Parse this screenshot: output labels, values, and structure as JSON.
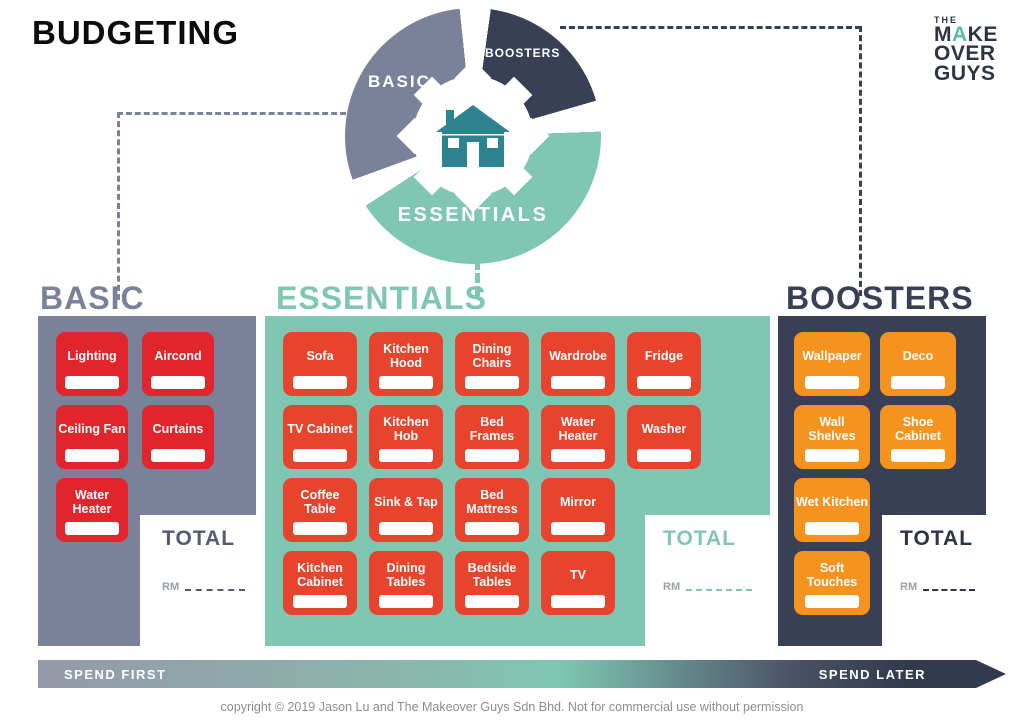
{
  "title": "BUDGETING",
  "logo": {
    "the": "THE",
    "make": {
      "m": "M",
      "a": "A",
      "ke": "KE"
    },
    "over": "OVER",
    "guys": "GUYS"
  },
  "wheel": {
    "basic_label": "BASIC",
    "boosters_label": "BOOSTERS",
    "essentials_label": "ESSENTIALS",
    "center_icon": "house"
  },
  "colors": {
    "basic": "#7c819a",
    "essentials": "#7fc7b2",
    "boosters": "#394056",
    "basic_card": "#e2242c",
    "essentials_card": "#e8432d",
    "boosters_card": "#f6931e",
    "house_icon": "#2e8391"
  },
  "panels": {
    "basic": {
      "title": "BASIC",
      "items": [
        "Lighting",
        "Aircond",
        "Ceiling Fan",
        "Curtains",
        "Water Heater"
      ],
      "total_label": "TOTAL",
      "currency": "RM"
    },
    "essentials": {
      "title": "ESSENTIALS",
      "items": [
        "Sofa",
        "Kitchen Hood",
        "Dining Chairs",
        "Wardrobe",
        "Fridge",
        "TV Cabinet",
        "Kitchen Hob",
        "Bed Frames",
        "Water Heater",
        "Washer",
        "Coffee Table",
        "Sink & Tap",
        "Bed Mattress",
        "Mirror",
        "Kitchen Cabinet",
        "Dining Tables",
        "Bedside Tables",
        "TV"
      ],
      "total_label": "TOTAL",
      "currency": "RM"
    },
    "boosters": {
      "title": "BOOSTERS",
      "items": [
        "Wallpaper",
        "Deco",
        "Wall Shelves",
        "Shoe Cabinet",
        "Wet Kitchen",
        "Soft Touches"
      ],
      "total_label": "TOTAL",
      "currency": "RM"
    }
  },
  "footer": {
    "spend_first": "SPEND FIRST",
    "spend_later": "SPEND LATER",
    "copyright": "copyright © 2019 Jason Lu and The Makeover Guys Sdn Bhd. Not for commercial use without permission"
  }
}
